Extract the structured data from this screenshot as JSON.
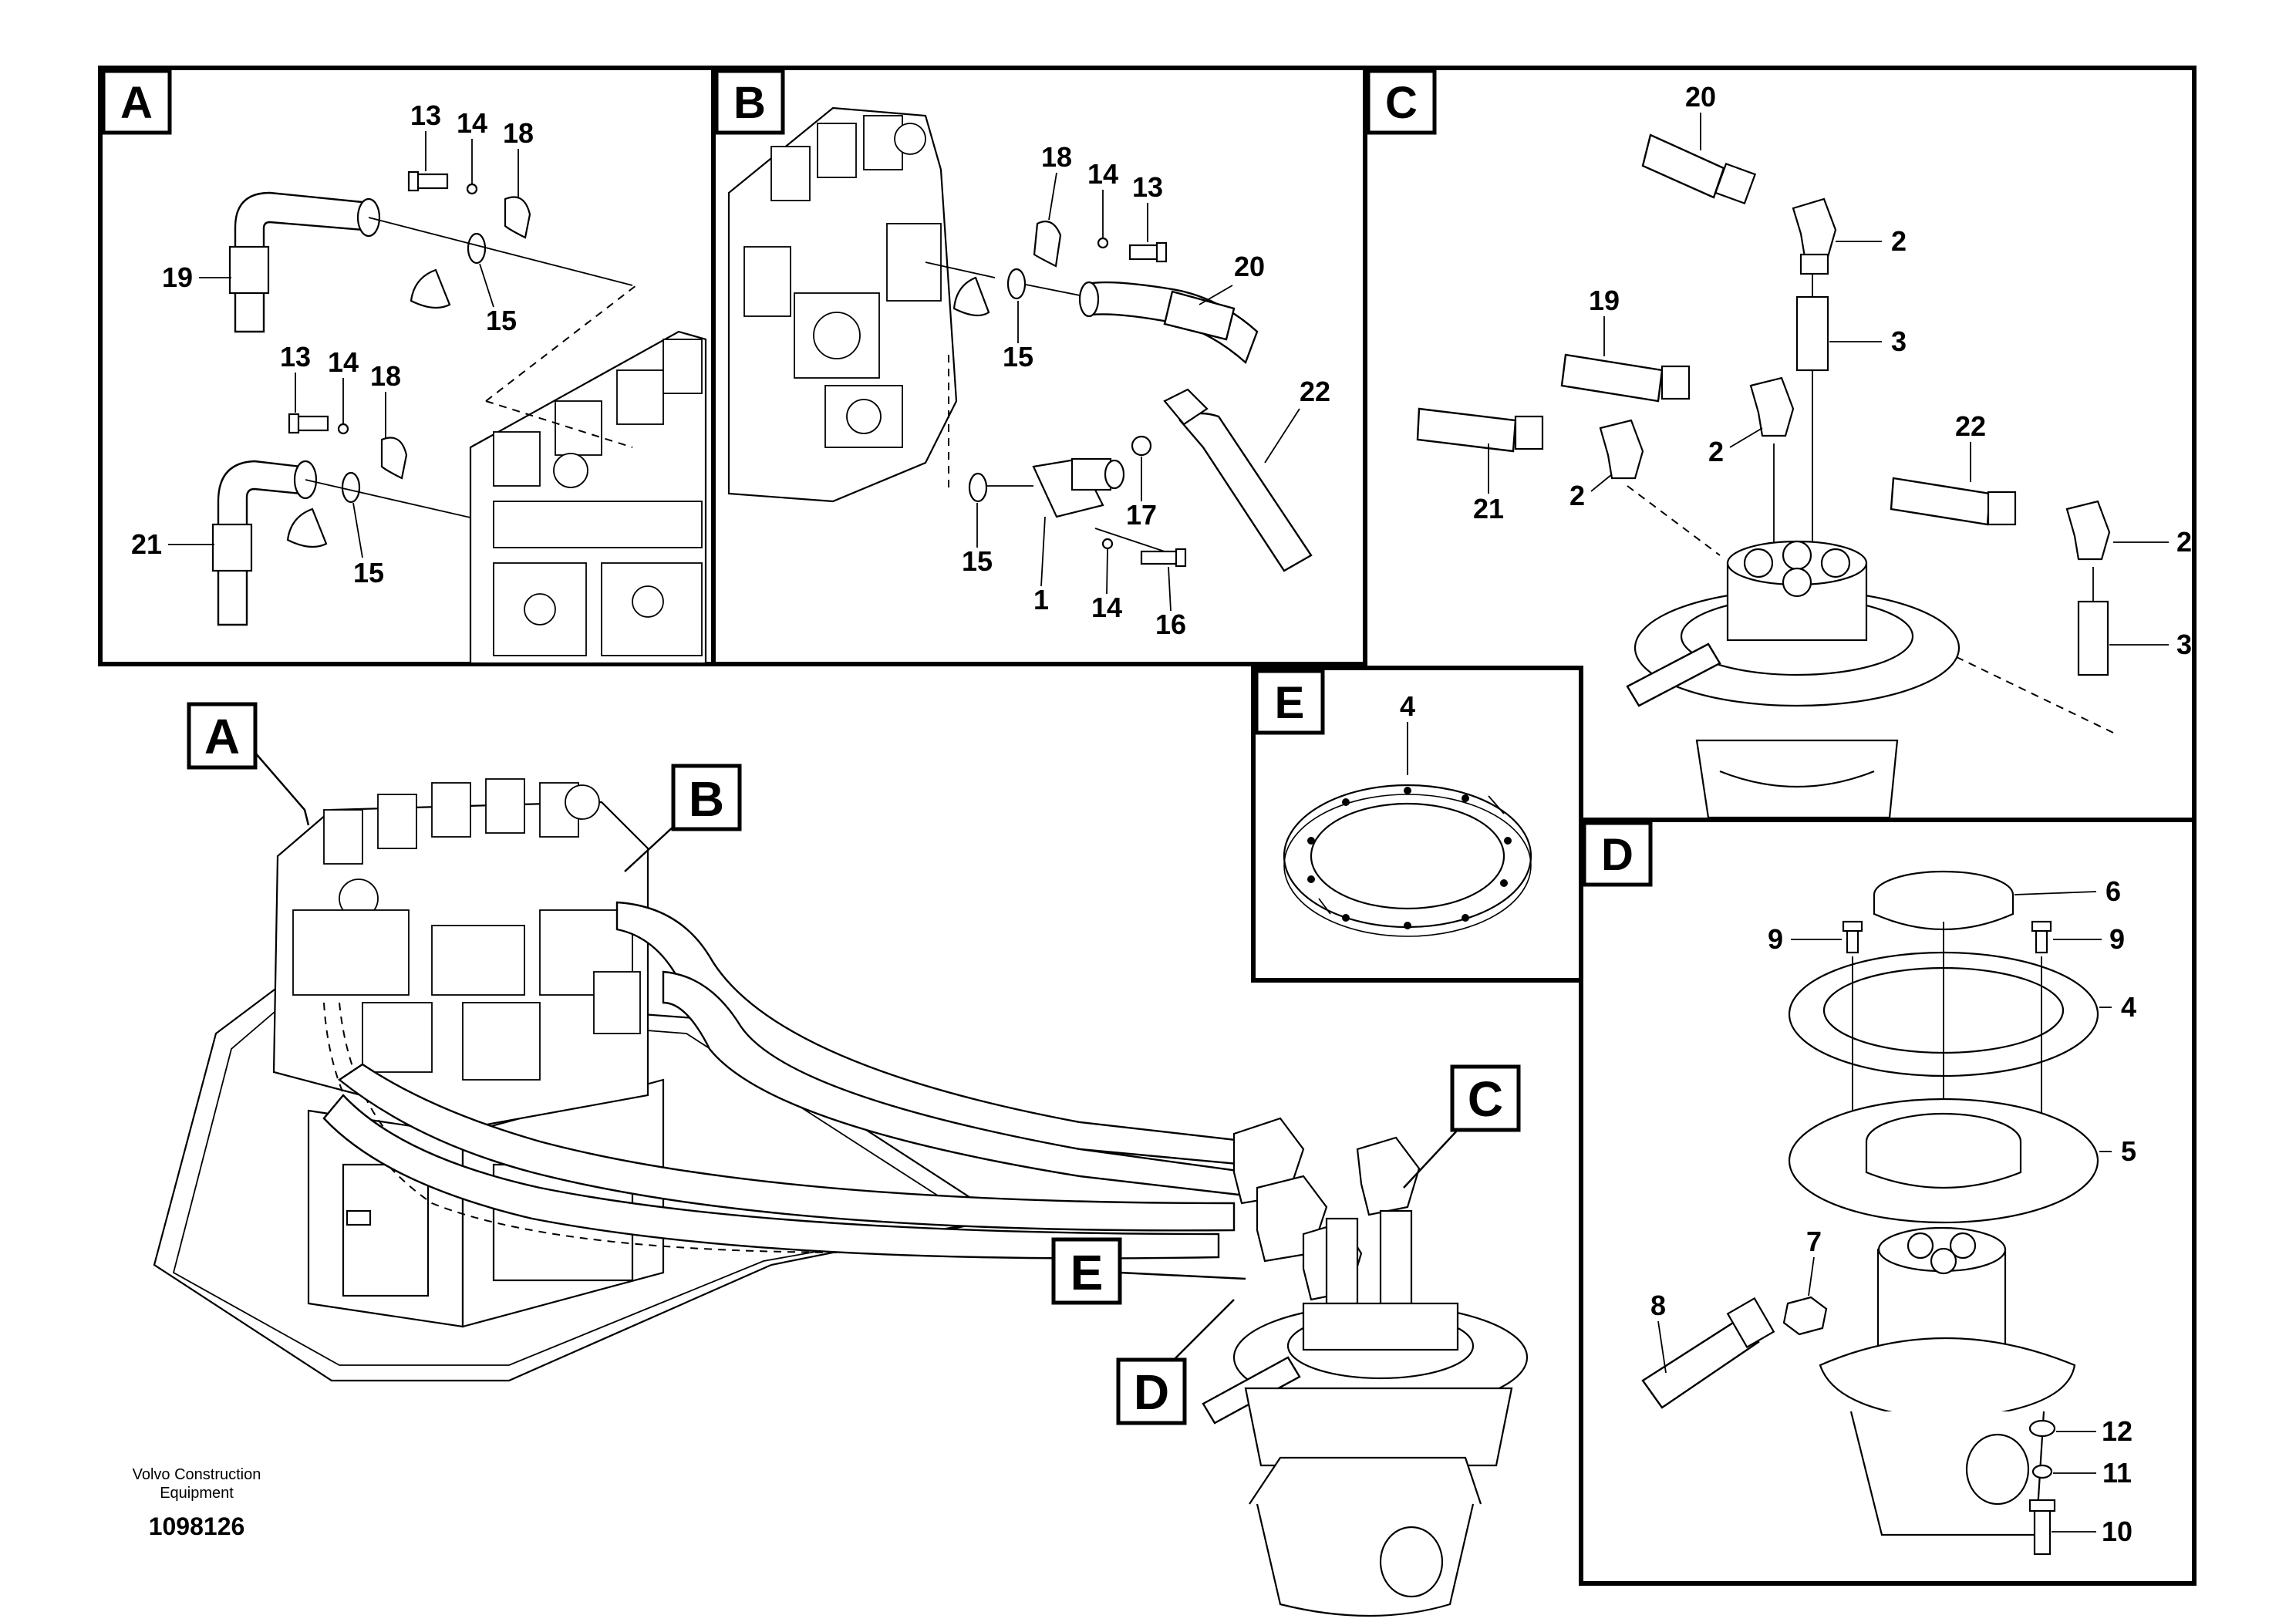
{
  "panels": {
    "A": "A",
    "B": "B",
    "C": "C",
    "D": "D",
    "E": "E"
  },
  "callouts": {
    "A": "A",
    "B": "B",
    "C": "C",
    "D": "D",
    "E": "E"
  },
  "labels": {
    "A": [
      "13",
      "14",
      "18",
      "19",
      "15",
      "13",
      "14",
      "18",
      "21",
      "15"
    ],
    "B": [
      "18",
      "14",
      "13",
      "20",
      "15",
      "22",
      "17",
      "15",
      "1",
      "14",
      "16"
    ],
    "C": [
      "20",
      "2",
      "3",
      "19",
      "2",
      "21",
      "2",
      "22",
      "2",
      "3"
    ],
    "D": [
      "6",
      "9",
      "9",
      "4",
      "5",
      "7",
      "8",
      "12",
      "11",
      "10"
    ],
    "E": [
      "4"
    ]
  },
  "footer": {
    "company_line1": "Volvo Construction",
    "company_line2": "Equipment",
    "drawing_number": "1098126"
  }
}
